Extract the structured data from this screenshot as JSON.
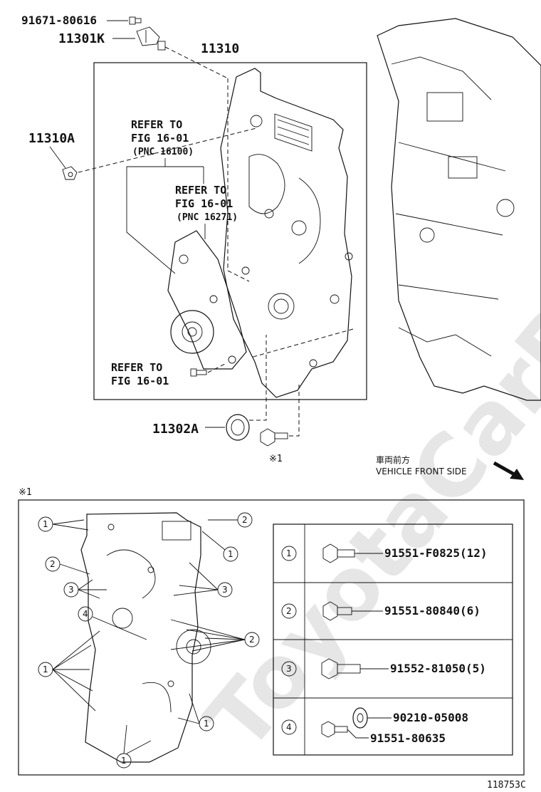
{
  "watermark": "ToyotaCarParts",
  "upper": {
    "part_bolt_top": "91671-80616",
    "part_sensor": "11301K",
    "part_cover": "11310",
    "part_nut": "11310A",
    "refer1": {
      "line1": "REFER TO",
      "line2": "FIG 16-01",
      "line3": "(PNC 16100)"
    },
    "refer2": {
      "line1": "REFER TO",
      "line2": "FIG 16-01",
      "line3": "(PNC 16271)"
    },
    "refer3": {
      "line1": "REFER TO",
      "line2": "FIG 16-01"
    },
    "part_seal": "11302A",
    "note_mark": "※1",
    "front_jp": "車両前方",
    "front_en": "VEHICLE FRONT SIDE"
  },
  "lower": {
    "note_mark": "※1",
    "table": [
      {
        "num": "1",
        "parts": [
          "91551-F0825(12)"
        ]
      },
      {
        "num": "2",
        "parts": [
          "91551-80840(6)"
        ]
      },
      {
        "num": "3",
        "parts": [
          "91552-81050(5)"
        ]
      },
      {
        "num": "4",
        "parts": [
          "90210-05008",
          "91551-80635"
        ]
      }
    ]
  },
  "figure_id": "118753C"
}
